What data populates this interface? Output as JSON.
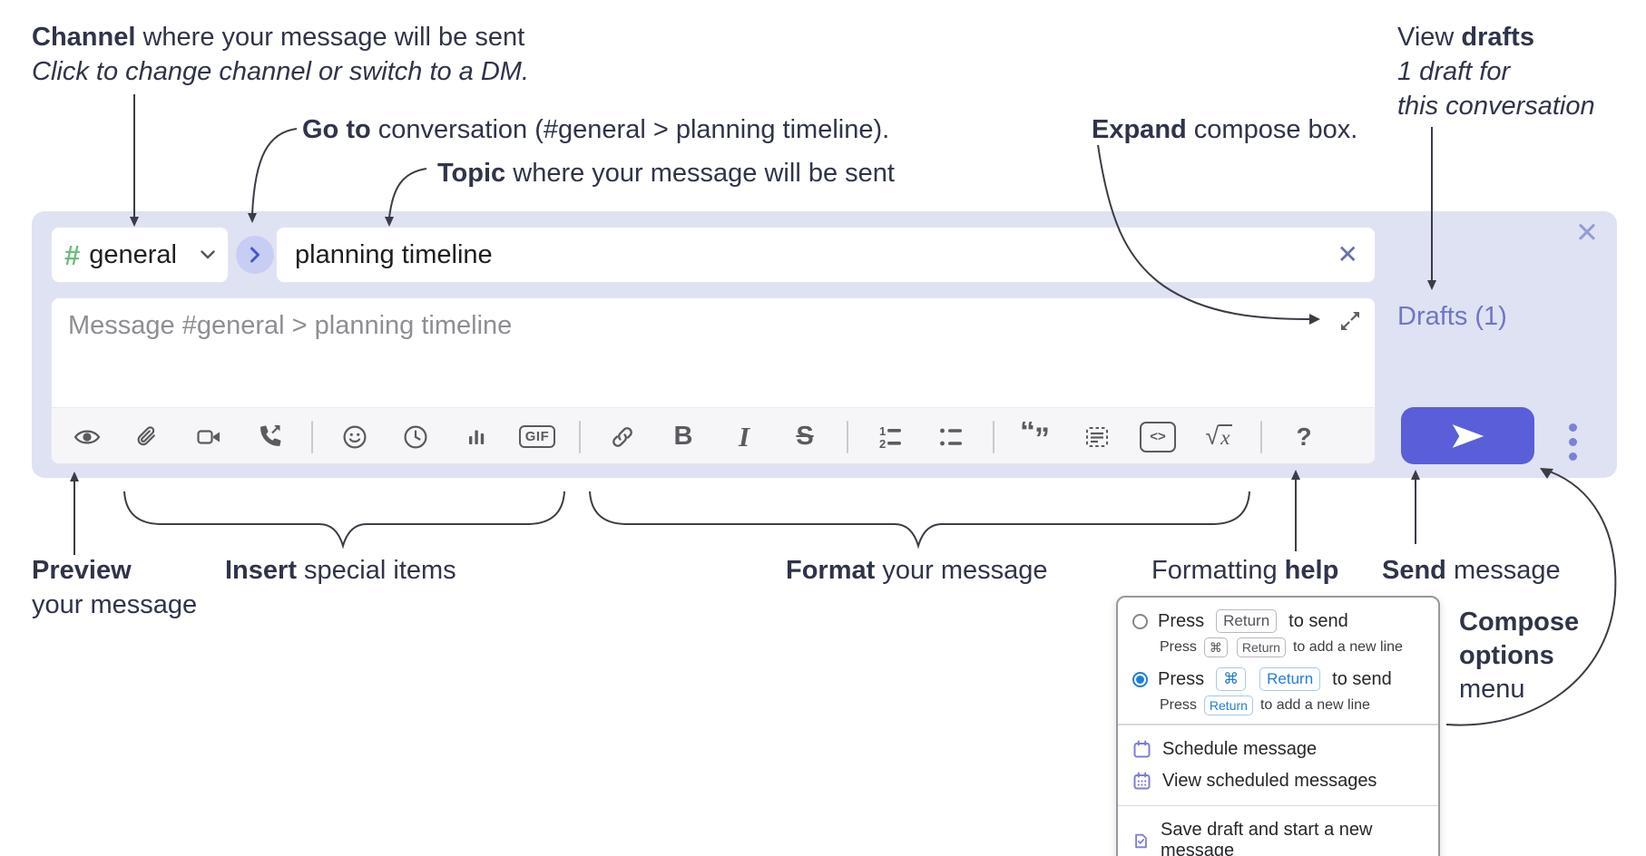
{
  "annotations": {
    "channel": {
      "title_bold": "Channel",
      "title_rest": " where your message will be sent",
      "subtitle": "Click to change channel or switch to a DM."
    },
    "go_to": {
      "bold": "Go to",
      "rest": " conversation (#general > planning timeline)."
    },
    "topic": {
      "bold": "Topic",
      "rest": " where your message will be sent"
    },
    "expand": {
      "bold": "Expand",
      "rest": " compose box."
    },
    "view_drafts": {
      "pre": "View ",
      "bold": "drafts",
      "line2": "1 draft for",
      "line3": "this conversation"
    },
    "preview": {
      "bold": "Preview",
      "line2": "your message"
    },
    "insert": {
      "bold": "Insert",
      "rest": " special items"
    },
    "format": {
      "bold": "Format",
      "rest": " your message"
    },
    "formatting_help": {
      "pre": "Formatting ",
      "bold": "help"
    },
    "send": {
      "bold": "Send",
      "rest": " message"
    },
    "compose_options": {
      "line1": "Compose",
      "line2": "options",
      "line3": "menu"
    }
  },
  "composer": {
    "channel": {
      "hash": "#",
      "name": "general"
    },
    "topic_value": "planning timeline",
    "message_placeholder": "Message #general > planning timeline",
    "drafts_link": "Drafts (1)",
    "close_glyph": "✕",
    "clear_glyph": "✕"
  },
  "toolbar": {
    "glyphs": {
      "gif": "GIF",
      "bold": "B",
      "italic": "I",
      "strike": "S",
      "ol1": "1",
      "ol2": "2",
      "quote_open": "“",
      "quote_close": "”",
      "code": "<>",
      "root": "√",
      "x": "x",
      "help": "?"
    },
    "icon_names": [
      "preview-eye-icon",
      "paperclip-icon",
      "video-camera-icon",
      "phone-call-icon",
      "emoji-smiley-icon",
      "clock-icon",
      "poll-chart-icon",
      "gif-icon",
      "link-icon",
      "bold-icon",
      "italic-icon",
      "strikethrough-icon",
      "ordered-list-icon",
      "bulleted-list-icon",
      "blockquote-icon",
      "text-snippet-icon",
      "code-block-icon",
      "formula-icon",
      "help-icon",
      "send-icon",
      "more-options-dots-icon",
      "expand-icon"
    ]
  },
  "send_menu": {
    "option_return": {
      "prefix": "Press",
      "key": "Return",
      "suffix": "to send",
      "sub_prefix": "Press",
      "sub_key_cmd": "⌘",
      "sub_key_return": "Return",
      "sub_suffix": "to add a new line",
      "selected": false
    },
    "option_cmd_return": {
      "prefix": "Press",
      "key_cmd": "⌘",
      "key_return": "Return",
      "suffix": "to send",
      "sub_prefix": "Press",
      "sub_key_return": "Return",
      "sub_suffix": "to add a new line",
      "selected": true
    },
    "items": [
      {
        "label": "Schedule message",
        "icon": "calendar-icon"
      },
      {
        "label": "View scheduled messages",
        "icon": "calendar-grid-icon"
      },
      {
        "label": "Save draft and start a new message",
        "icon": "draft-document-icon"
      }
    ]
  },
  "colors": {
    "composer_bg": "#dfe2f3",
    "accent_indigo": "#5a5ed8",
    "drafts_link_purple": "#6f76c5",
    "hash_green": "#6dbd7f",
    "goto_chevron_blue": "#4756d4",
    "radio_blue": "#1f7ed8",
    "menu_icon_purple": "#7b7fd3",
    "annotation_ink": "#2f3449"
  }
}
